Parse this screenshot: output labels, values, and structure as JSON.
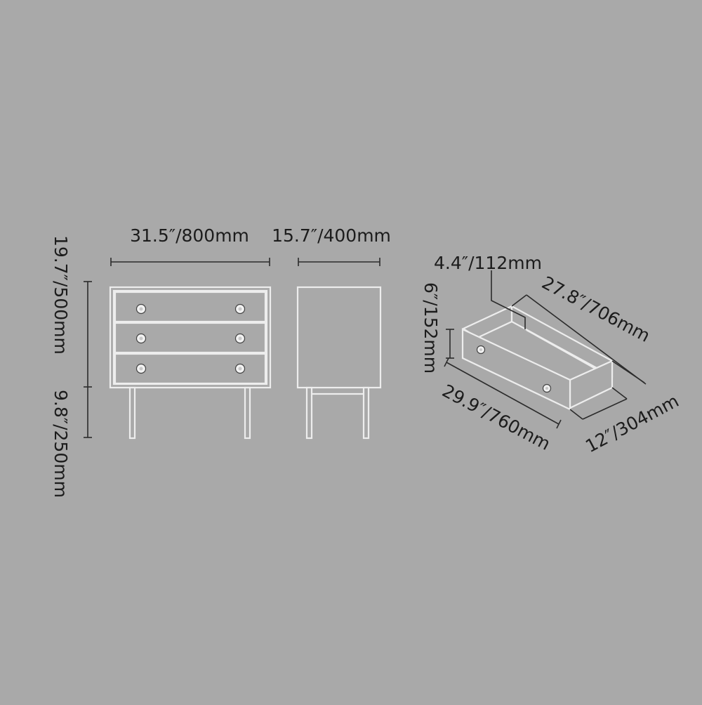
{
  "front_view": {
    "width_label": "31.5″/800mm",
    "body_height_label": "19.7″/500mm",
    "leg_height_label": "9.8″/250mm",
    "drawer_count": 3
  },
  "side_view": {
    "depth_label": "15.7″/400mm"
  },
  "drawer_view": {
    "inner_height_label": "4.4″/112mm",
    "inner_length_label": "27.8″/706mm",
    "front_height_label": "6″/152mm",
    "front_width_label": "29.9″/760mm",
    "depth_label": "12″/304mm"
  },
  "colors": {
    "background": "#a9a9a9",
    "outline": "#ededed",
    "dimension_line": "#2b2b2b",
    "text": "#1c1c1c"
  }
}
